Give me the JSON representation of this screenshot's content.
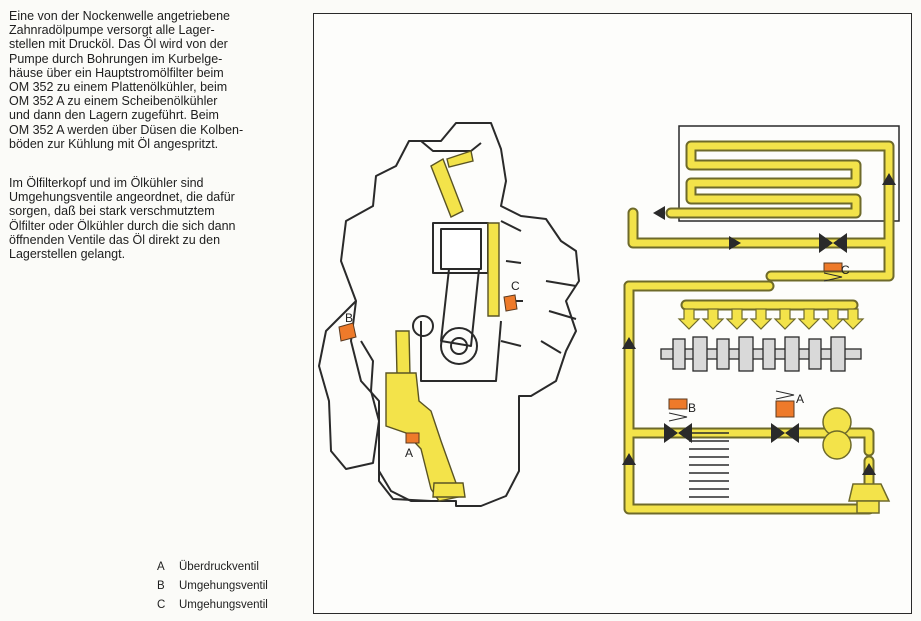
{
  "text": {
    "paragraph_1": [
      "Eine von der Nockenwelle angetriebene",
      "Zahnradölpumpe versorgt alle Lager-",
      "stellen mit Drucköl. Das Öl wird von der",
      "Pumpe durch Bohrungen im Kurbelge-",
      "häuse über ein Hauptstromölfilter beim",
      "OM 352 zu einem Plattenölkühler, beim",
      "OM 352 A zu einem Scheibenölkühler",
      "und dann den Lagern zugeführt. Beim",
      "OM 352 A werden über Düsen die Kolben-",
      "böden zur Kühlung mit Öl angespritzt."
    ],
    "paragraph_2": [
      "Im Ölfilterkopf und im Ölkühler sind",
      "Umgehungsventile angeordnet, die dafür",
      "sorgen, daß bei stark verschmutztem",
      "Ölfilter oder Ölkühler durch die sich dann",
      "öffnenden Ventile das Öl direkt zu den",
      "Lagerstellen gelangt."
    ]
  },
  "legend": [
    {
      "key": "A",
      "label": "Überdruckventil"
    },
    {
      "key": "B",
      "label": "Umgehungsventil"
    },
    {
      "key": "C",
      "label": "Umgehungsventil"
    }
  ],
  "figure": {
    "engine_labels": {
      "a": "A",
      "b": "B",
      "c": "C"
    },
    "schematic_labels": {
      "a": "A",
      "b": "B",
      "c": "C"
    }
  },
  "colors": {
    "oil_yellow": "#f3e34a",
    "oil_outline": "#6e6a2a",
    "valve_orange": "#ee7a2a",
    "line": "#2a2a2a"
  }
}
